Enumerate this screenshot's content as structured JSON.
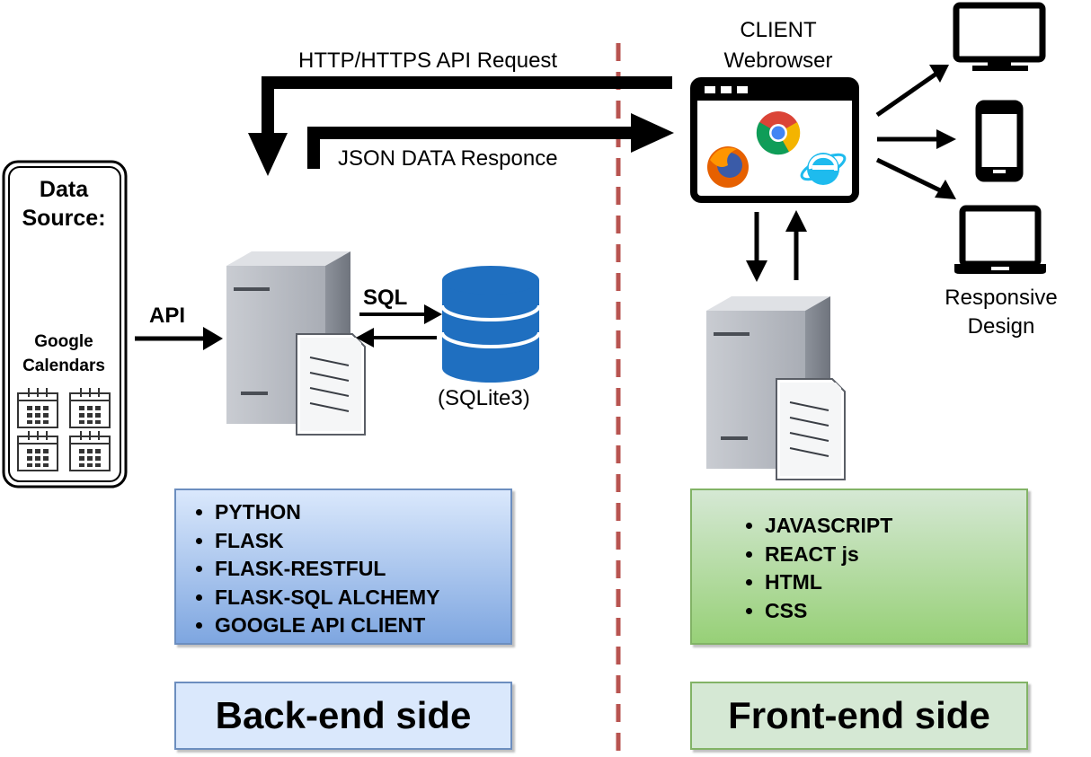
{
  "data_source": {
    "title_line1": "Data",
    "title_line2": "Source:",
    "calendar_line1": "Google",
    "calendar_line2": "Calendars"
  },
  "labels": {
    "api": "API",
    "sql": "SQL",
    "sqlite": "(SQLite3)",
    "request": "HTTP/HTTPS API Request",
    "response": "JSON DATA Responce",
    "client_line1": "CLIENT",
    "client_line2": "Webrowser",
    "responsive_line1": "Responsive",
    "responsive_line2": "Design"
  },
  "backend": {
    "items": [
      "PYTHON",
      "FLASK",
      "FLASK-RESTFUL",
      "FLASK-SQL ALCHEMY",
      "GOOGLE API CLIENT"
    ],
    "title": "Back-end side"
  },
  "frontend": {
    "items": [
      "JAVASCRIPT",
      "REACT js",
      "HTML",
      "CSS"
    ],
    "title": "Front-end side"
  },
  "colors": {
    "divider": "#b85450",
    "backend_fill_top": "#dae8fc",
    "backend_fill_bottom": "#7ea6e0",
    "backend_border": "#6c8ebf",
    "frontend_fill_top": "#d5e8d4",
    "frontend_fill_bottom": "#97d077",
    "frontend_border": "#82b366",
    "database": "#1f6fc0"
  },
  "icons": [
    "calendar-icon",
    "server-icon",
    "database-icon",
    "browser-window-icon",
    "firefox-icon",
    "chrome-icon",
    "internet-explorer-icon",
    "monitor-icon",
    "smartphone-icon",
    "laptop-icon",
    "document-icon"
  ]
}
